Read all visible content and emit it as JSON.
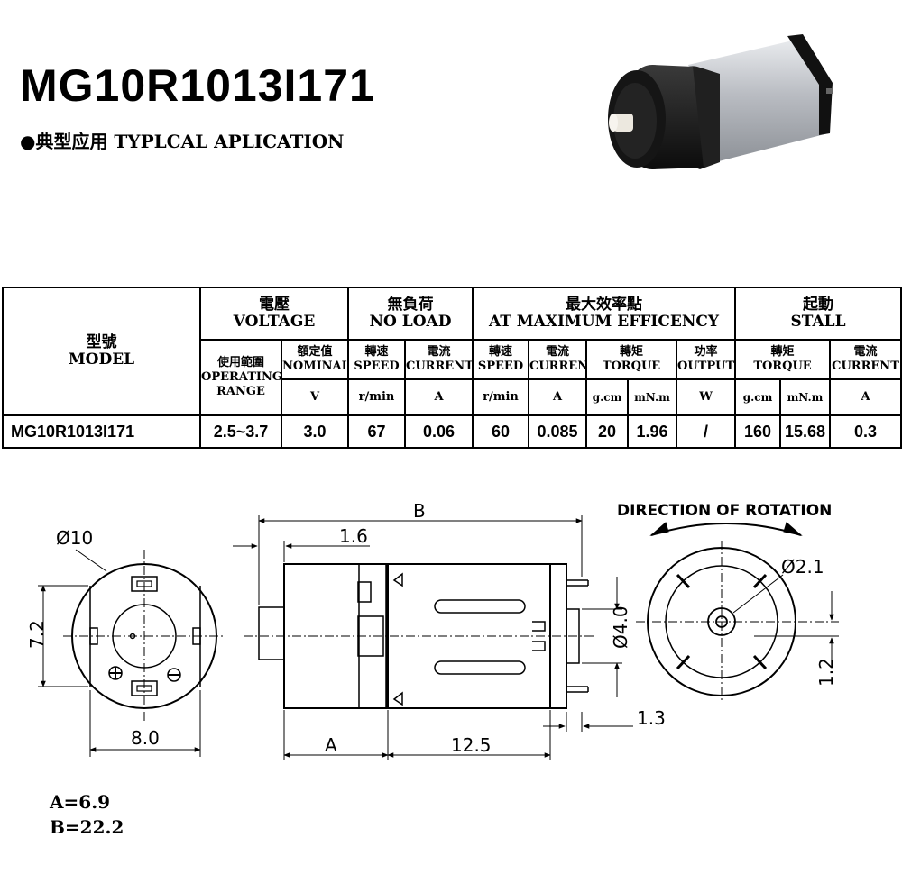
{
  "header": {
    "model_title": "MG10R1013I171",
    "application_label": "●典型应用  TYPLCAL APLICATION"
  },
  "table": {
    "model_zh": "型號",
    "model_en": "MODEL",
    "voltage_zh": "電壓",
    "voltage_en": "VOLTAGE",
    "noload_zh": "無負荷",
    "noload_en": "NO LOAD",
    "maxeff_zh": "最大效率點",
    "maxeff_en": "AT MAXIMUM EFFICENCY",
    "stall_zh": "起動",
    "stall_en": "STALL",
    "operating_zh": "使用範圍",
    "operating_en1": "OPERATING",
    "operating_en2": "RANGE",
    "nominal_zh": "額定值",
    "nominal_en": "NOMINAL",
    "speed_zh": "轉速",
    "speed_en": "SPEED",
    "current_zh": "電流",
    "current_en": "CURRENT",
    "torque_zh": "轉矩",
    "torque_en": "TORQUE",
    "output_zh": "功率",
    "output_en": "OUTPUT",
    "units": {
      "v": "V",
      "rmin": "r/min",
      "a": "A",
      "gcm": "g.cm",
      "mnm": "mN.m",
      "w": "W"
    },
    "row": {
      "model": "MG10R1013I171",
      "operating_range": "2.5~3.7",
      "nominal_voltage": "3.0",
      "noload_speed": "67",
      "noload_current": "0.06",
      "maxeff_speed": "60",
      "maxeff_current": "0.085",
      "maxeff_torque_gcm": "20",
      "maxeff_torque_mnm": "1.96",
      "maxeff_output": "/",
      "stall_torque_gcm": "160",
      "stall_torque_mnm": "15.68",
      "stall_current": "0.3"
    }
  },
  "drawing": {
    "diameter_label": "Ø10",
    "height_label": "7.2",
    "width_label": "8.0",
    "length_label": "B",
    "offset_label": "1.6",
    "a_label": "A",
    "body_label": "12.5",
    "shaft_diam_label": "Ø4.0",
    "tab_label": "1.3",
    "rotation_label": "DIRECTION OF ROTATION",
    "bore_label": "Ø2.1",
    "edge_label": "1.2"
  },
  "dimensions": {
    "a_value": "A=6.9",
    "b_value": "B=22.2"
  },
  "colors": {
    "ink": "#000000",
    "motor_body": "#b9bcc2",
    "gearbox": "#1a1a1a",
    "shaft": "#e8e4dc"
  }
}
